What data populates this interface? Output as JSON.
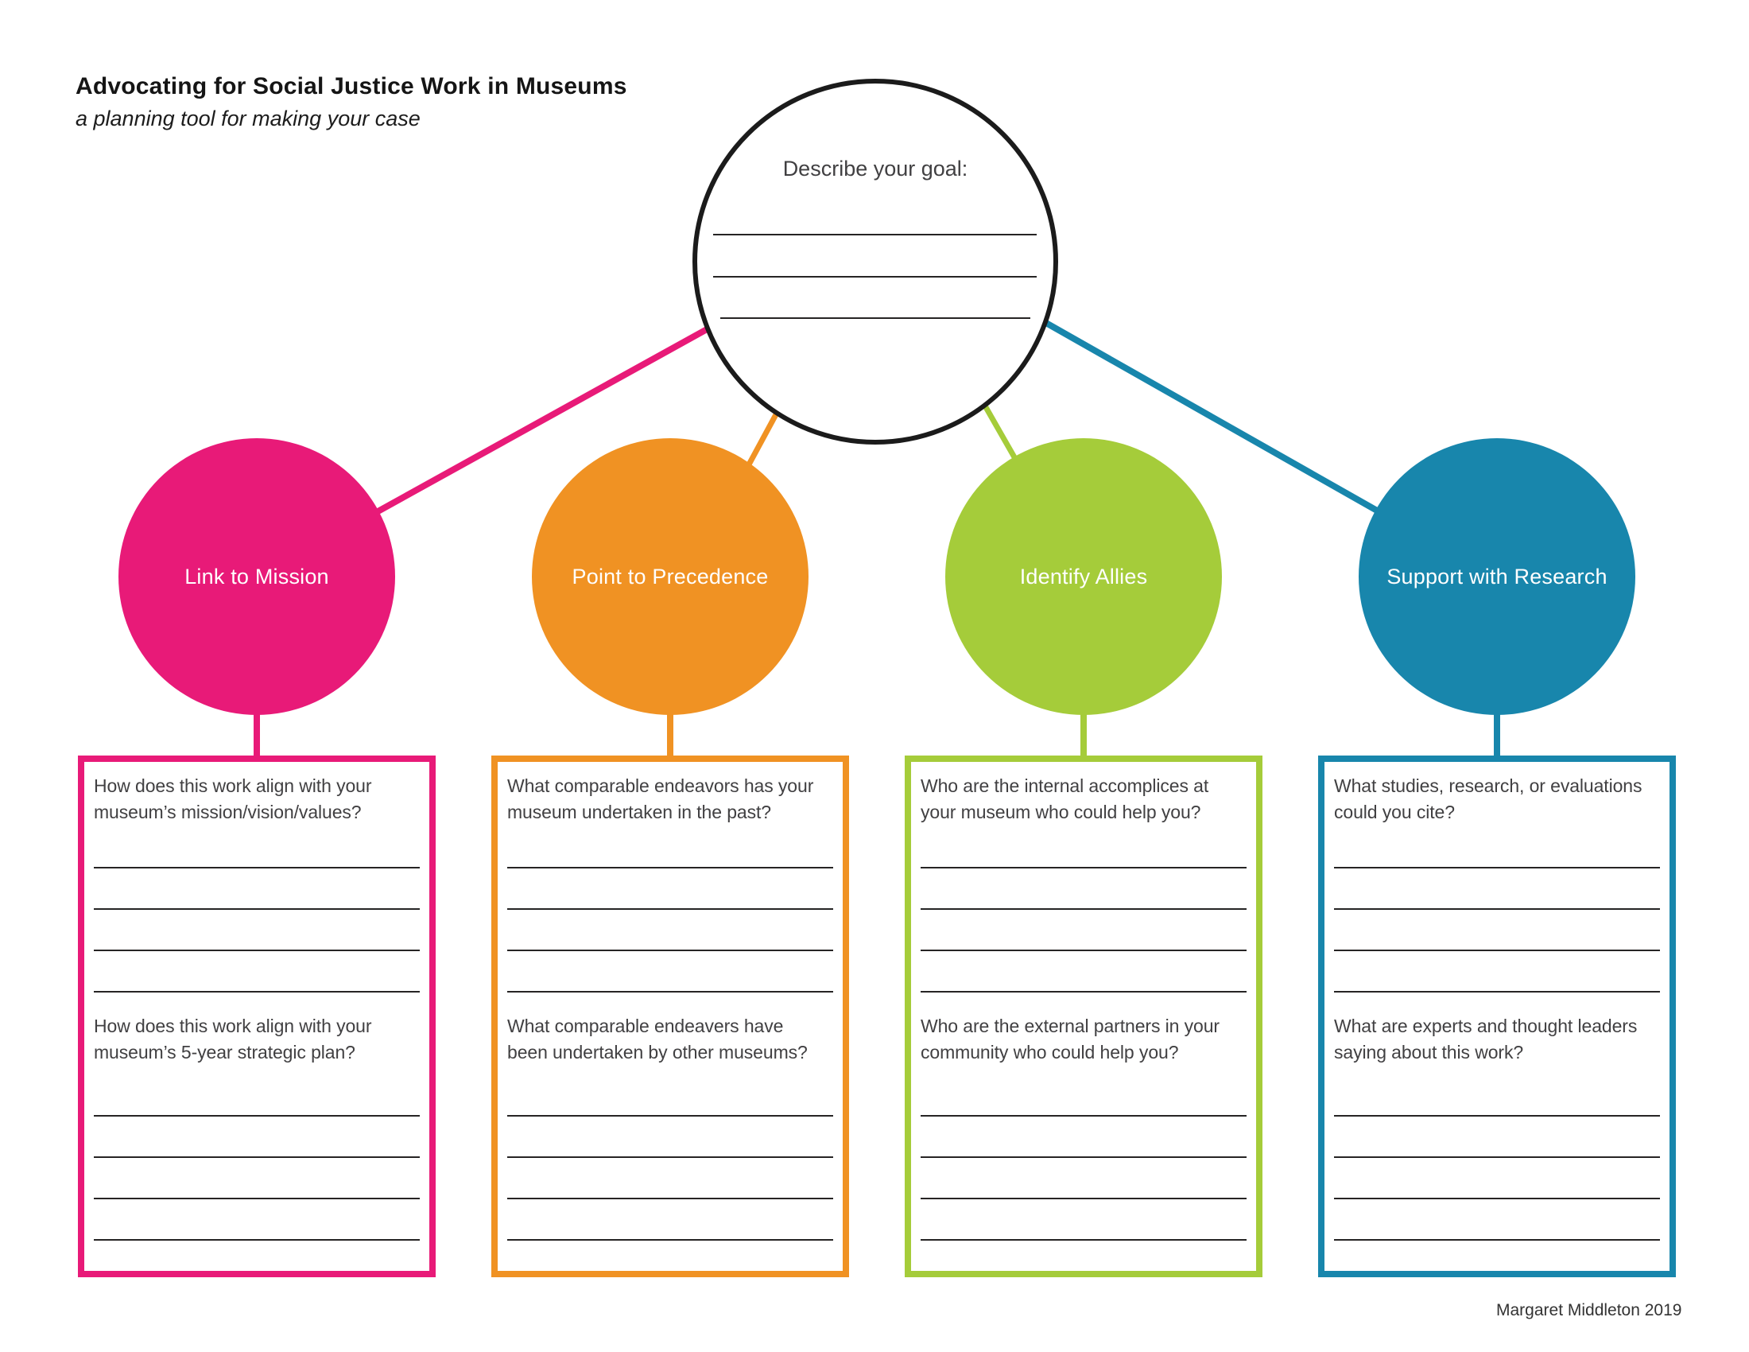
{
  "header": {
    "title": "Advocating for Social Justice Work in Museums",
    "subtitle": "a planning tool for making your case"
  },
  "goal": {
    "label": "Describe your goal:",
    "write_lines": 3
  },
  "branches": [
    {
      "id": "mission",
      "label": "Link to Mission",
      "color": "#E81A78",
      "questions": [
        {
          "text": "How does this work align with your\nmuseum’s mission/vision/values?",
          "write_lines": 4
        },
        {
          "text": "How does this work align with your\nmuseum’s 5-year strategic plan?",
          "write_lines": 4
        }
      ]
    },
    {
      "id": "precedence",
      "label": "Point to Precedence",
      "color": "#F09223",
      "questions": [
        {
          "text": "What comparable endeavors has your\nmuseum undertaken in the past?",
          "write_lines": 4
        },
        {
          "text": "What comparable endeavers have\nbeen undertaken by other museums?",
          "write_lines": 4
        }
      ]
    },
    {
      "id": "allies",
      "label": "Identify Allies",
      "color": "#A5CC3A",
      "questions": [
        {
          "text": "Who are the internal accomplices at\nyour museum who could help you?",
          "write_lines": 4
        },
        {
          "text": "Who are the external partners in your\ncommunity who could help you?",
          "write_lines": 4
        }
      ]
    },
    {
      "id": "research",
      "label": "Support with Research",
      "color": "#1886AC",
      "questions": [
        {
          "text": "What studies, research, or evaluations\ncould you cite?",
          "write_lines": 4
        },
        {
          "text": "What are experts and thought leaders\nsaying about this work?",
          "write_lines": 4
        }
      ]
    }
  ],
  "footer": {
    "credit": "Margaret Middleton 2019"
  },
  "colors": {
    "ink": "#262424",
    "goal_stroke": "#1B1B1B",
    "background": "#FFFFFF"
  }
}
